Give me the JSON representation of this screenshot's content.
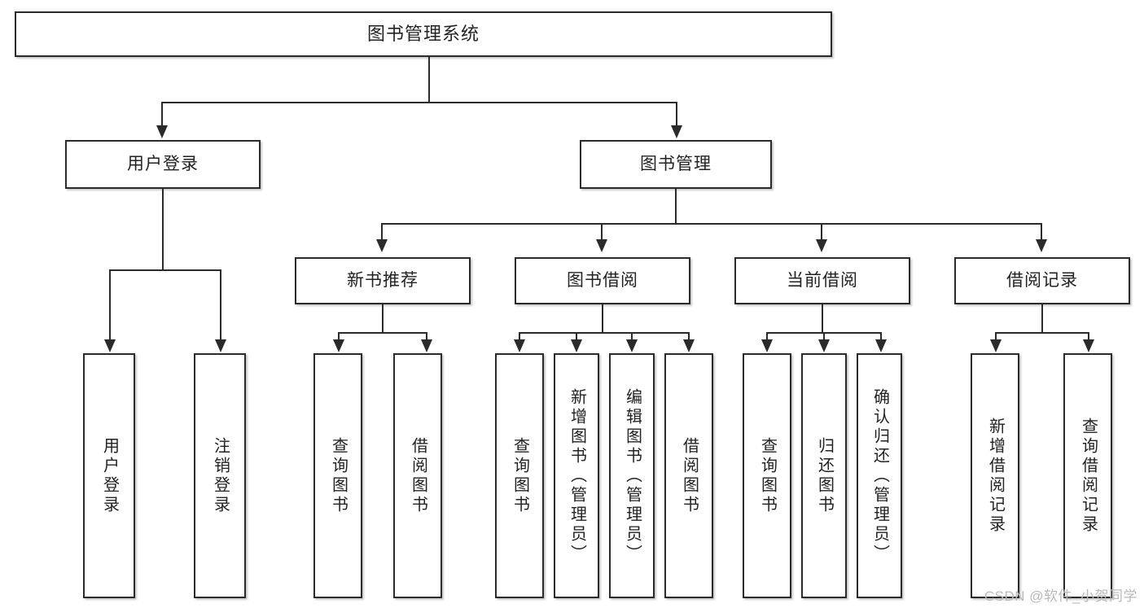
{
  "diagram": {
    "title": "图书管理系统",
    "type": "tree",
    "watermark": "CSDN @软件_小贺同学",
    "colors": {
      "border": "#2b2b2b",
      "fill": "#ffffff",
      "text": "#222222",
      "watermark": "#b9b9b9"
    }
  },
  "root": {
    "label": "图书管理系统"
  },
  "level2": [
    {
      "label": "用户登录"
    },
    {
      "label": "图书管理"
    }
  ],
  "level3": [
    {
      "label": "新书推荐"
    },
    {
      "label": "图书借阅"
    },
    {
      "label": "当前借阅"
    },
    {
      "label": "借阅记录"
    }
  ],
  "leaves": {
    "user_login": [
      {
        "label": "用户登录"
      },
      {
        "label": "注销登录"
      }
    ],
    "new_book_recommend": [
      {
        "label": "查询图书"
      },
      {
        "label": "借阅图书"
      }
    ],
    "book_borrow": [
      {
        "label": "查询图书"
      },
      {
        "label": "新增图书（管理员）"
      },
      {
        "label": "编辑图书（管理员）"
      },
      {
        "label": "借阅图书"
      }
    ],
    "current_borrow": [
      {
        "label": "查询图书"
      },
      {
        "label": "归还图书"
      },
      {
        "label": "确认归还（管理员）"
      }
    ],
    "borrow_record": [
      {
        "label": "新增借阅记录"
      },
      {
        "label": "查询借阅记录"
      }
    ]
  }
}
